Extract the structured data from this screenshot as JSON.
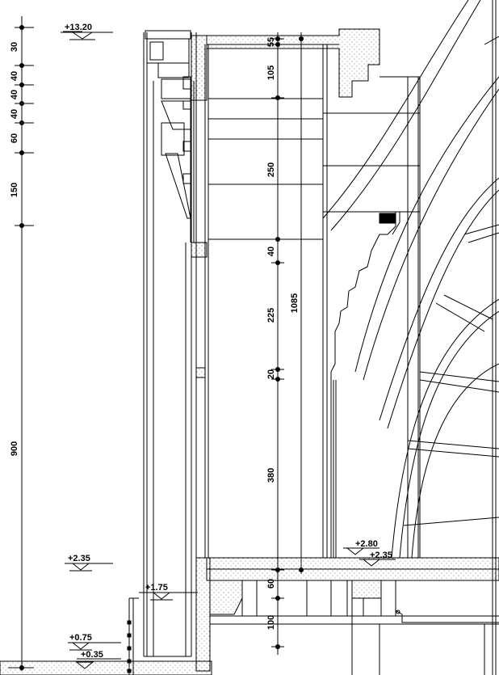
{
  "levels_left": [
    "+13.20",
    "+2.35",
    "+1.75",
    "+0.75",
    "+0.35"
  ],
  "levels_right": [
    "+2.80",
    "+2.35"
  ],
  "dims_left": [
    "30",
    "40",
    "40",
    "40",
    "60",
    "150",
    "900"
  ],
  "dims_mid_top": [
    "55",
    "105",
    "250",
    "40",
    "225",
    "20",
    "380"
  ],
  "dims_mid_overall": "1085",
  "dims_mid_bottom": [
    "60",
    "100"
  ],
  "colors": {
    "line": "#000000",
    "hatch": "#555555",
    "background": "#ffffff"
  }
}
